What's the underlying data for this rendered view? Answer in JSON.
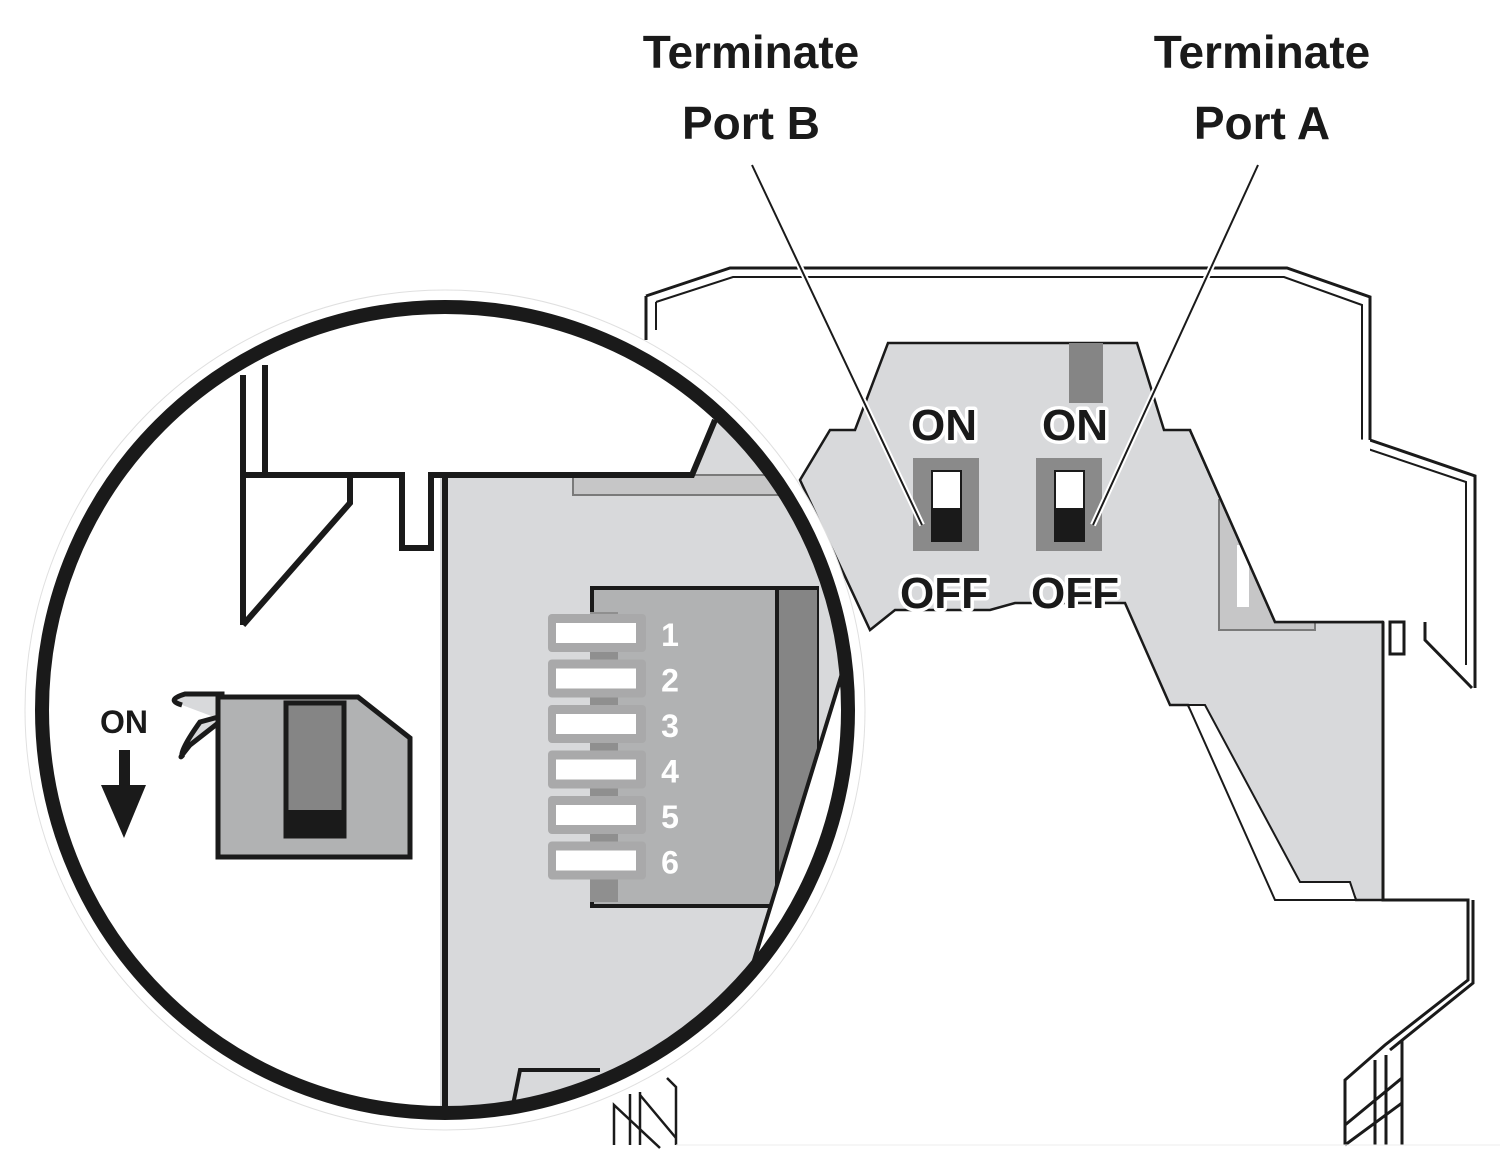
{
  "labels": {
    "port_b": [
      "Terminate",
      "Port B"
    ],
    "port_a": [
      "Terminate",
      "Port A"
    ]
  },
  "switches": [
    {
      "name": "port-b",
      "on_label": "ON",
      "off_label": "OFF",
      "state": "OFF"
    },
    {
      "name": "port-a",
      "on_label": "ON",
      "off_label": "OFF",
      "state": "OFF"
    }
  ],
  "inset": {
    "on_label": "ON",
    "dip_positions": [
      "1",
      "2",
      "3",
      "4",
      "5",
      "6"
    ]
  },
  "colors": {
    "outline": "#1a1a1a",
    "light_gray": "#d8d9db",
    "mid_gray": "#b1b2b3",
    "dark_gray": "#858585",
    "switch_body": "#8a8a8a"
  }
}
